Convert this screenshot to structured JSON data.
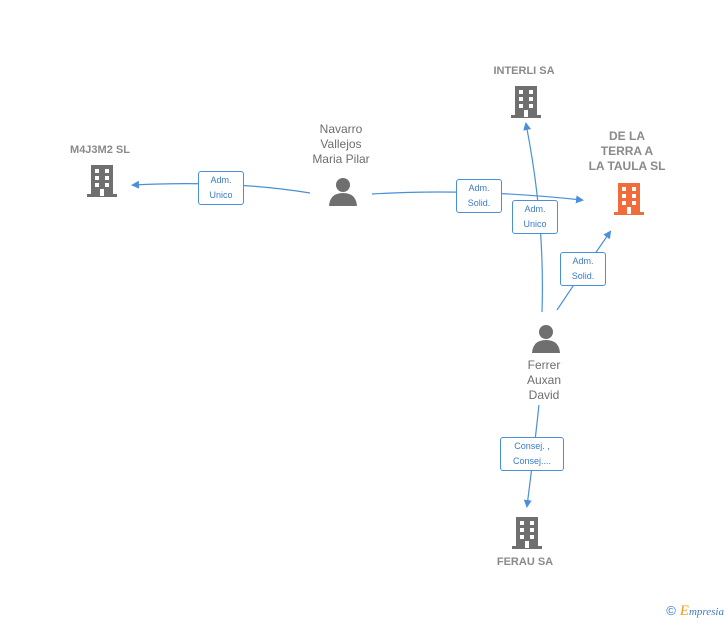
{
  "nodes": {
    "m4j3m2": {
      "label": "M4J3M2  SL",
      "type": "company"
    },
    "interli": {
      "label": "INTERLI SA",
      "type": "company"
    },
    "delaterra": {
      "label": "DE LA\nTERRA A\nLA TAULA  SL",
      "type": "company-focus"
    },
    "navarro": {
      "label": "Navarro\nVallejos\nMaria Pilar",
      "type": "person"
    },
    "ferrer": {
      "label": "Ferrer\nAuxan\nDavid",
      "type": "person"
    },
    "ferau": {
      "label": "FERAU SA",
      "type": "company"
    }
  },
  "edges": {
    "navarro_m4j3m2": "Adm.\nUnico",
    "navarro_delaterra": "Adm.\nSolid.",
    "ferrer_interli": "Adm.\nUnico",
    "ferrer_delaterra": "Adm.\nSolid.",
    "ferrer_ferau": "Consej. ,\nConsej...."
  },
  "colors": {
    "edge": "#4a90d9",
    "company": "#6f6f6f",
    "focus": "#f26b3a",
    "person": "#6f6f6f"
  },
  "footer": {
    "copyright": "©",
    "brand_initial": "E",
    "brand_rest": "mpresia"
  }
}
